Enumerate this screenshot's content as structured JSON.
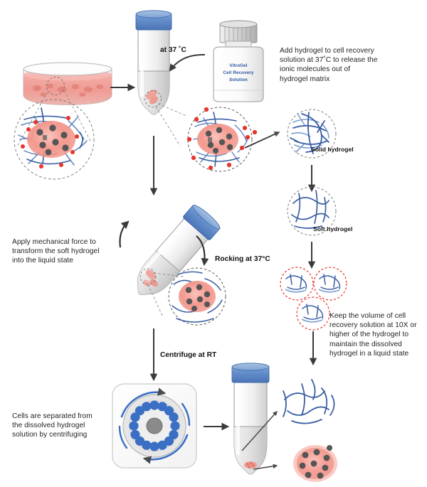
{
  "figure": {
    "title": "VitroGel Cell Recovery Workflow",
    "colors": {
      "cap_blue": "#5b86c5",
      "hydrogel_blue": "#3b5fa4",
      "hydrogel_light_blue": "#7e9ed1",
      "cell_red": "#f4958c",
      "ion_red": "#e8342a",
      "dashed_gray": "#8d8d8d",
      "dashed_red": "#e8342a",
      "centrifuge_blue": "#3a6fc4",
      "text_dark": "#231f20",
      "bottle_label_blue": "#2b55a3",
      "tube_gray": "#d9d9d9",
      "arrow_dark": "#3a3a3a"
    }
  },
  "labels": {
    "at_37c": "at 37 ˚C",
    "solid_hydrogel": "Solid hydrogel",
    "soft_hydrogel": "Soft hydrogel",
    "rocking_at_37c": "Rocking at 37°C",
    "centrifuge_at_rt": "Centrifuge at RT"
  },
  "bottle": {
    "line1": "VitroGel",
    "line2": "Cell Recovery",
    "line3": "Solution",
    "full_label": "VitroGel Cell Recovery Solution"
  },
  "callouts": {
    "add_hydrogel": "Add hydrogel to cell recovery\nsolution at 37˚C to release the\nionic molecules out of\nhydrogel matrix",
    "apply_force": "Apply mechanical force to\ntransform the soft hydrogel\ninto the liquid state",
    "keep_volume": "Keep the volume of cell\nrecovery solution at 10X or\nhigher of the hydrogel to\nmaintain the dissolved\nhydrogel in a liquid state",
    "cells_separated": "Cells are separated from\nthe dissolved hydrogel\nsolution by centrifuging"
  },
  "icons": {
    "petri_dish": "petri-dish-icon",
    "conical_tube": "conical-tube-icon",
    "reagent_bottle": "reagent-bottle-icon",
    "centrifuge": "centrifuge-icon",
    "cell_cluster": "cell-cluster-icon",
    "hydrogel_network": "hydrogel-network-icon",
    "arrow": "arrow-icon"
  },
  "counts": {
    "centrifuge_wells": 16,
    "dissolved_hydrogel_circles": 3
  }
}
